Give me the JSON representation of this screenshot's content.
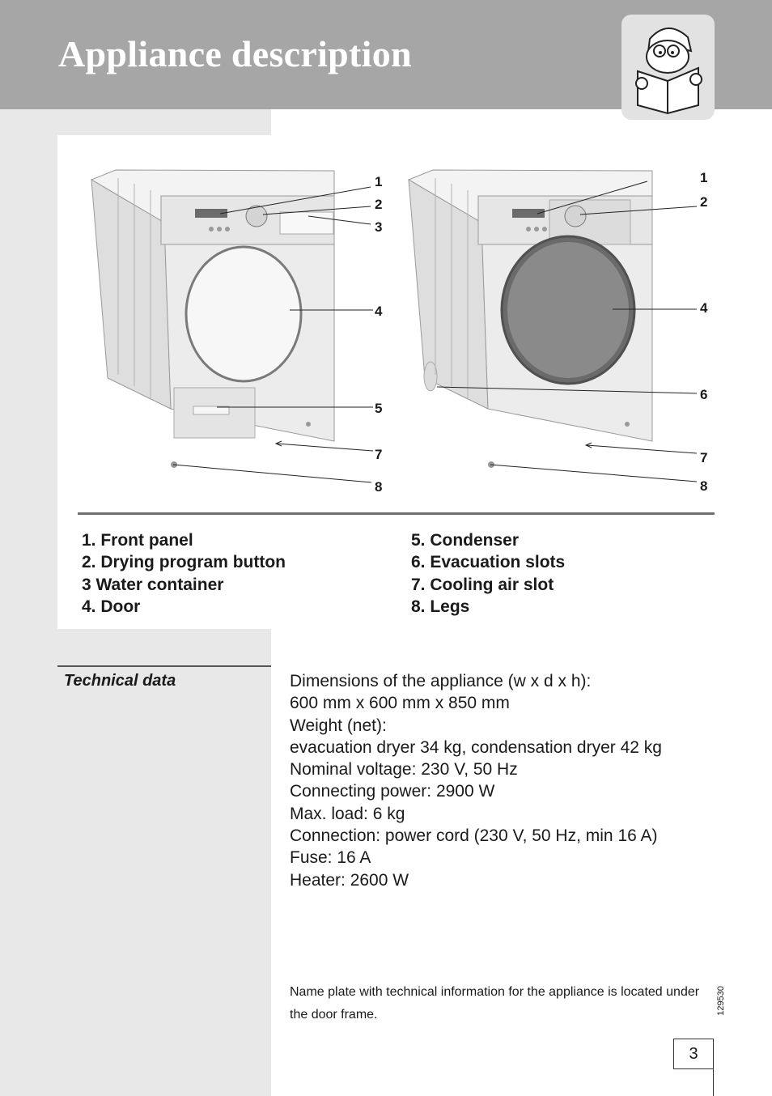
{
  "header": {
    "title": "Appliance description"
  },
  "figure": {
    "left_callouts": [
      "1",
      "2",
      "3",
      "4",
      "5",
      "7",
      "8"
    ],
    "right_callouts": [
      "1",
      "2",
      "4",
      "6",
      "7",
      "8"
    ]
  },
  "legend": {
    "left": [
      "1.  Front panel",
      "2.  Drying program button",
      "3   Water container",
      "4.  Door"
    ],
    "right": [
      "5.  Condenser",
      "6.  Evacuation slots",
      "7.  Cooling air slot",
      "8.  Legs"
    ]
  },
  "technical": {
    "label": "Technical data",
    "lines": [
      "Dimensions of the appliance (w x d x h):",
      "600 mm x 600 mm x 850 mm",
      "Weight (net):",
      "evacuation dryer 34 kg, condensation dryer 42 kg",
      "Nominal voltage: 230 V, 50 Hz",
      "Connecting power: 2900 W",
      "Max. load: 6 kg",
      "Connection: power cord (230 V, 50 Hz, min 16 A)",
      "Fuse: 16 A",
      "Heater: 2600 W"
    ],
    "note": "Name plate with technical information for the appliance is located under the door frame."
  },
  "doc_number": "129530",
  "page_number": "3",
  "icons": {
    "mascot": "reading-cartoon-icon"
  }
}
